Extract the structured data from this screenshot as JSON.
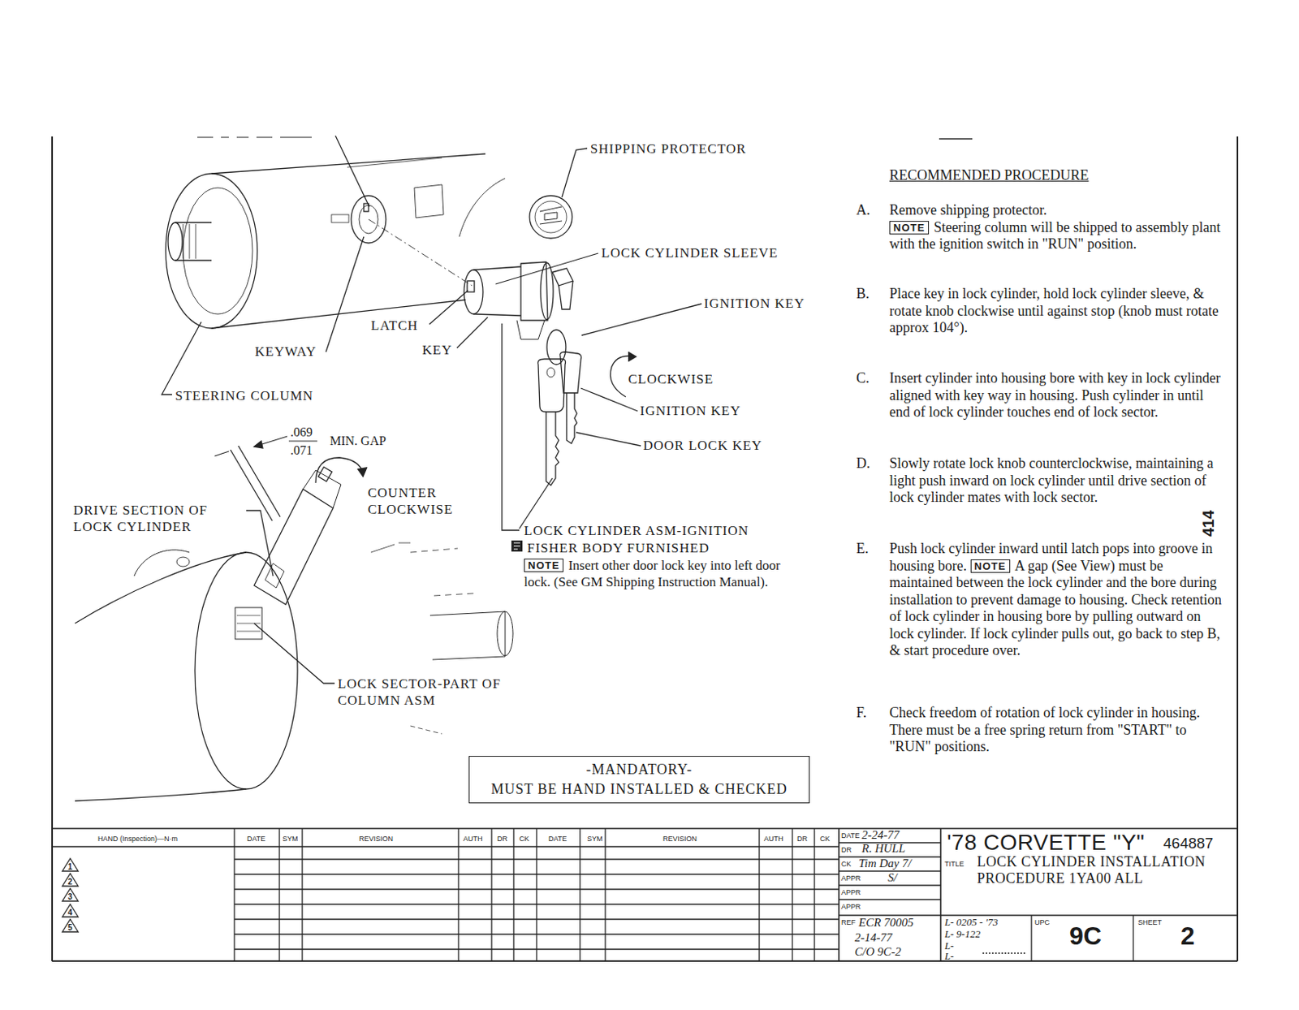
{
  "diagram": {
    "nodes": [
      {
        "text": [
          "NOTE"
        ]
      },
      {
        "text": [
          "NOTE"
        ]
      },
      {
        "text": [
          "NOTE"
        ]
      },
      {
        "text": [
          "-MANDATORY-",
          "MUST BE HAND INSTALLED & CHECKED"
        ]
      }
    ],
    "labels": [
      "SHIPPING PROTECTOR",
      "LOCK CYLINDER SLEEVE",
      "IGNITION KEY",
      "LATCH",
      "KEY",
      "KEYWAY",
      "STEERING COLUMN",
      "CLOCKWISE",
      "IGNITION KEY",
      "DOOR LOCK KEY",
      ".069",
      ".071",
      "MIN. GAP",
      "COUNTER CLOCKWISE",
      "DRIVE SECTION OF LOCK CYLINDER",
      "LOCK CYLINDER ASM-IGNITION",
      "FISHER BODY FURNISHED",
      "Insert other door lock key into left door lock. (See GM Shipping Instruction Manual).",
      "LOCK SECTOR-PART OF COLUMN ASM",
      "RECOMMENDED PROCEDURE",
      "A.",
      "Remove shipping protector.",
      "Steering column will be shipped to assembly plant with the ignition switch in \"RUN\" position.",
      "B.",
      "Place key in lock cylinder, hold lock cylinder sleeve, & rotate knob clockwise until against stop (knob must rotate approx 104°).",
      "C.",
      "Insert cylinder into housing bore with key in lock cylinder aligned with key way in housing. Push cylinder in until end of lock cylinder touches end of lock sector.",
      "D.",
      "Slowly rotate lock knob counterclockwise, maintaining a light push inward on lock cylinder until drive section of lock cylinder mates with lock sector.",
      "E.",
      "Push lock cylinder inward until latch pops into groove in housing bore.",
      "A gap (See View) must be maintained between the lock cylinder and the bore during installation to prevent damage to housing. Check retention of lock cylinder in housing bore by pulling outward on lock cylinder. If lock cylinder pulls out, go back to step B, & start procedure over.",
      "F.",
      "Check freedom of rotation of lock cylinder in housing. There must be a free spring return from \"START\" to \"RUN\" positions.",
      "414",
      "HAND (Inspection)—N·m",
      "DATE",
      "SYM",
      "REVISION",
      "AUTH",
      "DR",
      "CK",
      "DATE",
      "SYM",
      "REVISION",
      "AUTH",
      "DR",
      "CK",
      "1",
      "2",
      "3",
      "4",
      "5",
      "DATE",
      "2-24-77",
      "DR",
      "R. HULL",
      "CK",
      "Tim Day 7/",
      "APPR",
      "S/",
      "APPR",
      "APPR",
      "REF",
      "ECR 70005",
      "2-14-77",
      "C/O 9C-2",
      "L- 0205 - '73",
      "L- 9-122",
      "L-",
      "L-",
      "'78 CORVETTE \"Y\"",
      "464887",
      "TITLE",
      "LOCK CYLINDER INSTALLATION PROCEDURE 1YA00 ALL",
      "UPC",
      "9C",
      "SHEET",
      "2"
    ]
  }
}
